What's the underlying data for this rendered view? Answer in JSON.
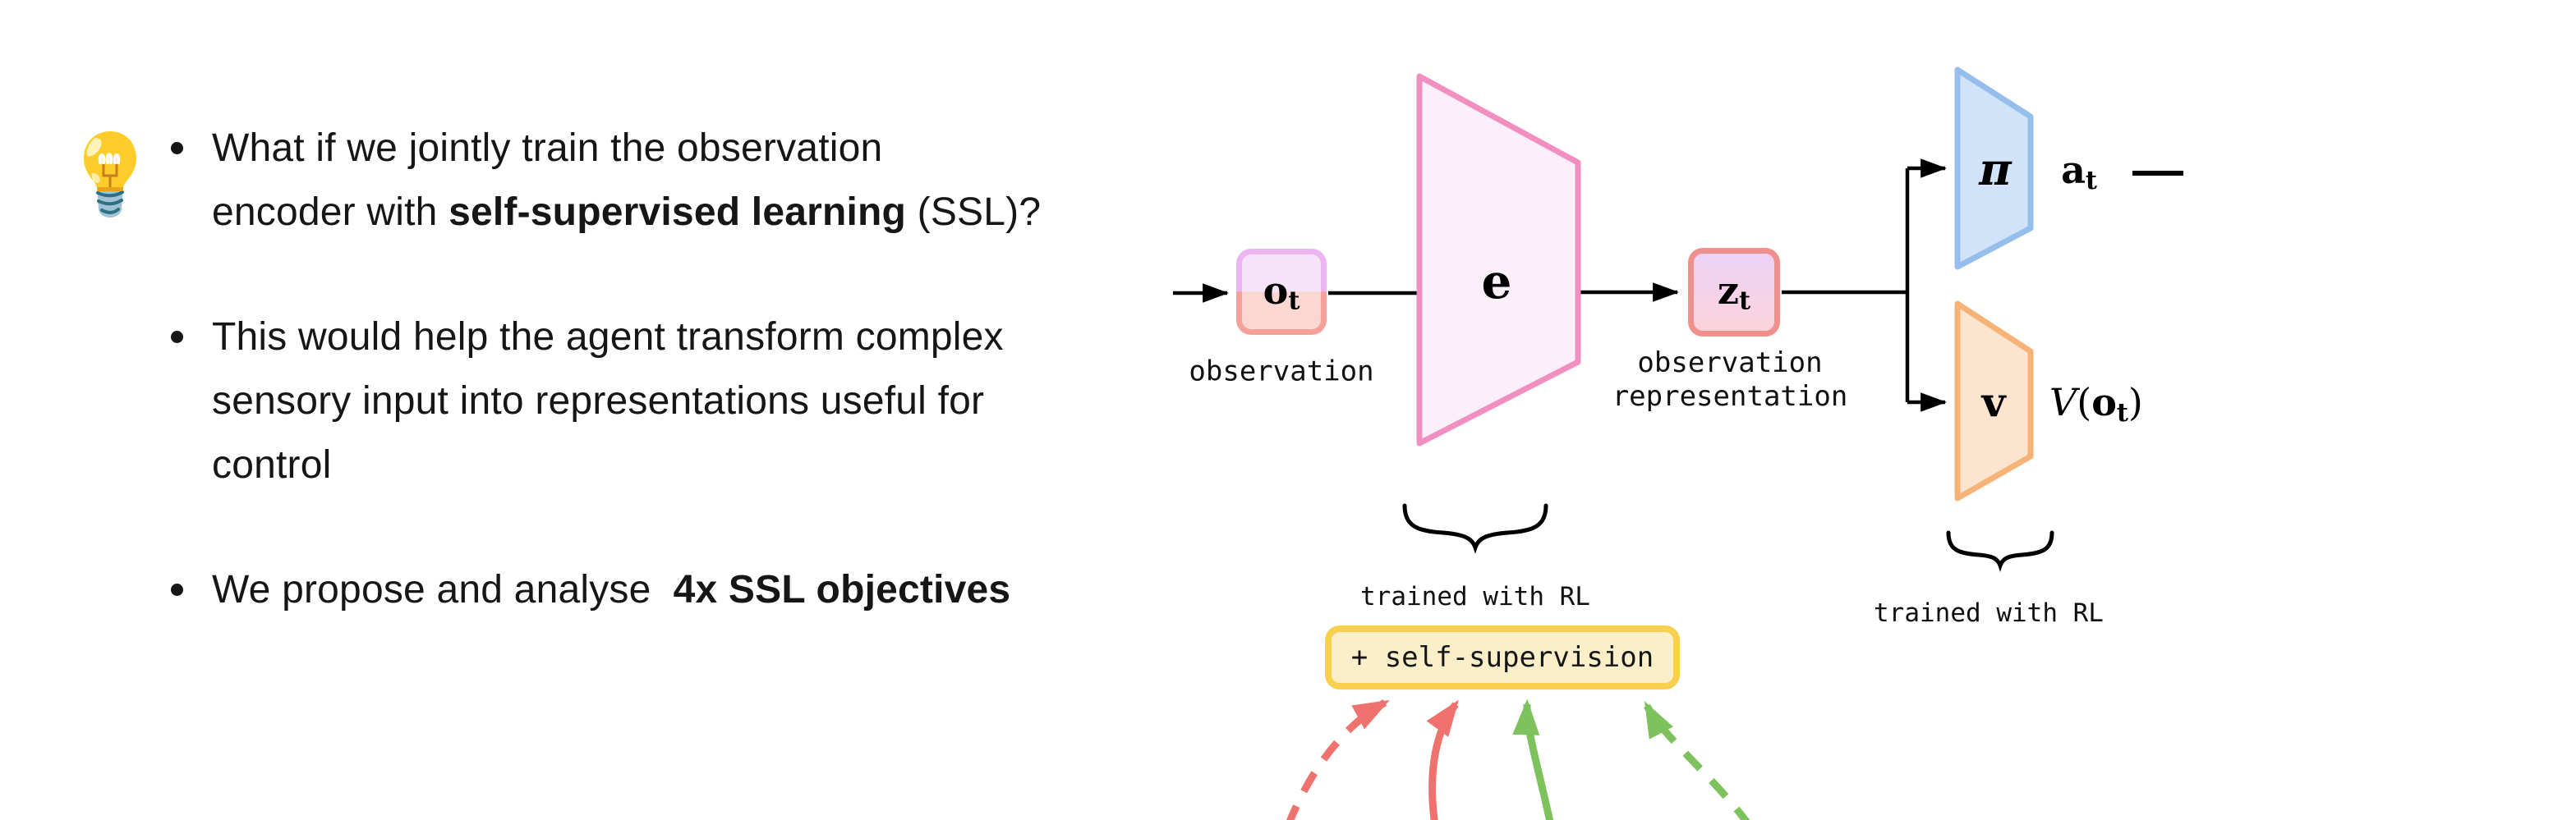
{
  "slide": {
    "background": "#FFFFFF"
  },
  "notes": {
    "bullets": [
      {
        "segments": [
          {
            "t": "What if we jointly train the observation"
          },
          {
            "br": true
          },
          {
            "t": "encoder with "
          },
          {
            "t": "self-supervised learning",
            "b": true
          },
          {
            "t": " (SSL)?"
          }
        ]
      },
      {
        "segments": [
          {
            "t": "This would help the agent transform complex"
          },
          {
            "br": true
          },
          {
            "t": "sensory input into representations useful for"
          },
          {
            "br": true
          },
          {
            "t": "control"
          }
        ]
      },
      {
        "segments": [
          {
            "t": "We propose and analyse  "
          },
          {
            "t": "4x SSL objectives",
            "b": true
          }
        ]
      }
    ]
  },
  "diagram": {
    "observation_box": {
      "main": "o",
      "sub": "t"
    },
    "observation_caption": "observation",
    "encoder_label": "e",
    "representation_box": {
      "main": "z",
      "sub": "t"
    },
    "representation_caption": {
      "line1": "observation",
      "line2": "representation"
    },
    "policy_label": "π",
    "action": {
      "main": "a",
      "sub": "t"
    },
    "value_label": "v",
    "value_output": {
      "fn": "V",
      "open": "(",
      "arg": "o",
      "sub": "t",
      "close": ")"
    },
    "trained_with_rl_left": "trained with RL",
    "trained_with_rl_right": "trained with RL",
    "self_supervision_label": "+ self-supervision",
    "colors": {
      "encoder_fill": "#FCEFF9",
      "encoder_stroke": "#F28FC1",
      "observation_top_fill": "#F6E3FA",
      "observation_top_stroke": "#EBB5F1",
      "observation_bottom_fill": "#FAD7D0",
      "observation_bottom_stroke": "#F5A099",
      "representation_stroke": "#F0908C",
      "representation_fill_top": "#EDD3F8",
      "representation_fill_bottom": "#FBD3DB",
      "policy_fill": "#D0E3F8",
      "policy_stroke": "#95BEEC",
      "value_fill": "#FBE5CE",
      "value_stroke": "#F6B378",
      "ssl_box_fill": "#FAEFC9",
      "ssl_box_stroke": "#F8D04D",
      "arrow_red": "#F0726E",
      "arrow_green": "#7EC25D",
      "line": "#000000"
    }
  }
}
